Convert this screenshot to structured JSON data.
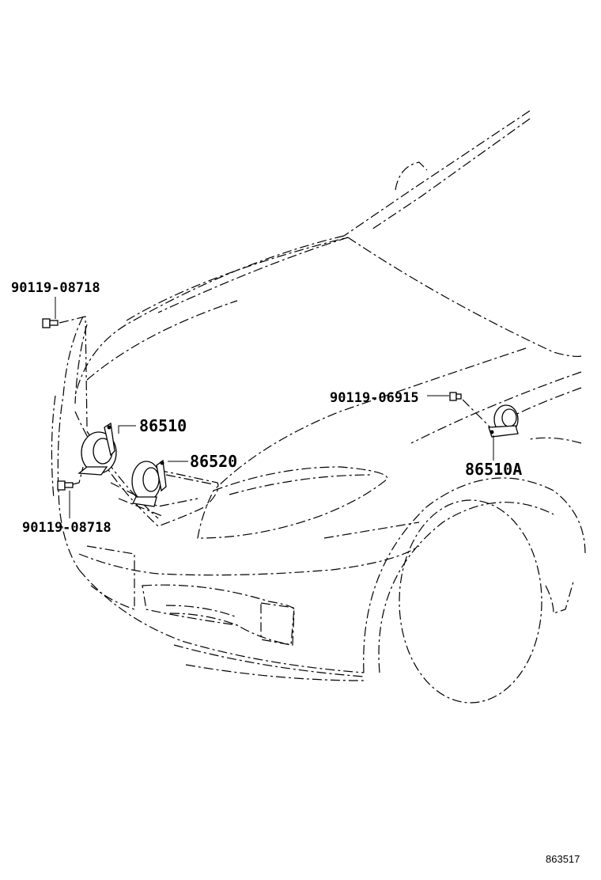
{
  "labels": {
    "bolt_top": "90119-08718",
    "horn_high": "86510",
    "horn_low": "86520",
    "bolt_bottom": "90119-08718",
    "bolt_right": "90119-06915",
    "horn_right": "86510A"
  },
  "reference_number": "863517"
}
